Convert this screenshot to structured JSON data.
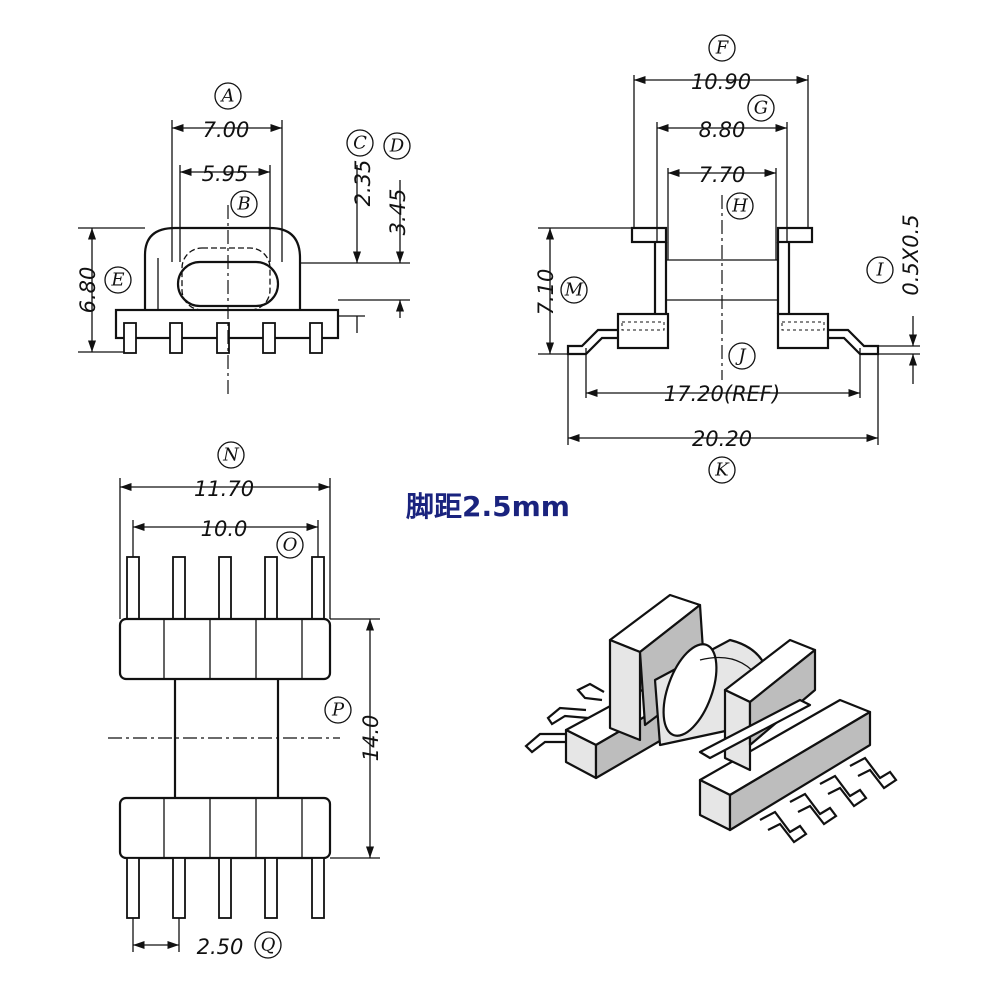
{
  "dims": {
    "a": "7.00",
    "b": "5.95",
    "c": "2.35",
    "d": "3.45",
    "e": "6.80",
    "f": "10.90",
    "g": "8.80",
    "h": "7.70",
    "i": "0.5X0.5",
    "j": "17.20(REF)",
    "k": "20.20",
    "m": "7.10",
    "n": "11.70",
    "o": "10.0",
    "p": "14.0",
    "q": "2.50"
  },
  "labels": {
    "a": "A",
    "b": "B",
    "c": "C",
    "d": "D",
    "e": "E",
    "f": "F",
    "g": "G",
    "h": "H",
    "i": "I",
    "j": "J",
    "k": "K",
    "m": "M",
    "n": "N",
    "o": "O",
    "p": "P",
    "q": "Q"
  },
  "note": "脚距2.5mm"
}
